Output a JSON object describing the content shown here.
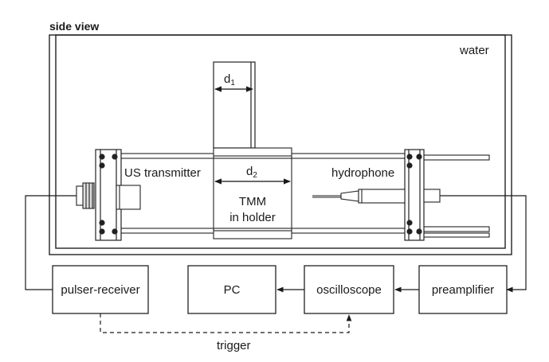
{
  "diagram": {
    "title": "side view",
    "medium_label": "water",
    "transmitter_label": "US transmitter",
    "sample_label_line1": "TMM",
    "sample_label_line2": "in holder",
    "receiver_label": "hydrophone",
    "d1_label": "d",
    "d1_sub": "1",
    "d2_label": "d",
    "d2_sub": "2",
    "trigger_label": "trigger",
    "boxes": {
      "pulser": "pulser-receiver",
      "pc": "PC",
      "scope": "oscilloscope",
      "preamp": "preamplifier"
    }
  }
}
